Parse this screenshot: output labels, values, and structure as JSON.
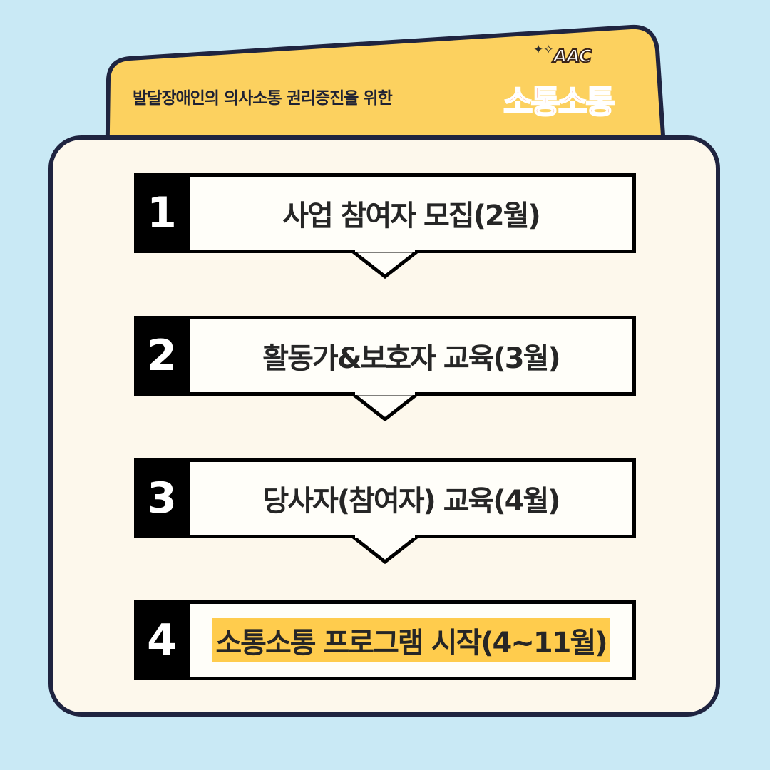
{
  "header": {
    "subtitle": "발달장애인의 의사소통 권리증진을 위한",
    "brand_small": "AAC",
    "brand_main": "소통소통"
  },
  "steps": [
    {
      "number": "1",
      "label": "사업 참여자 모집(2월)"
    },
    {
      "number": "2",
      "label": "활동가&보호자 교육(3월)"
    },
    {
      "number": "3",
      "label": "당사자(참여자) 교육(4월)"
    },
    {
      "number": "4",
      "label": "소통소통 프로그램 시작(4~11월)",
      "highlighted": true
    }
  ],
  "colors": {
    "background": "#c9e9f5",
    "tab": "#fcd15f",
    "panel": "#fdf8ec",
    "border": "#1f2440",
    "brand": "#ff5530",
    "highlight": "#ffcc4d"
  }
}
